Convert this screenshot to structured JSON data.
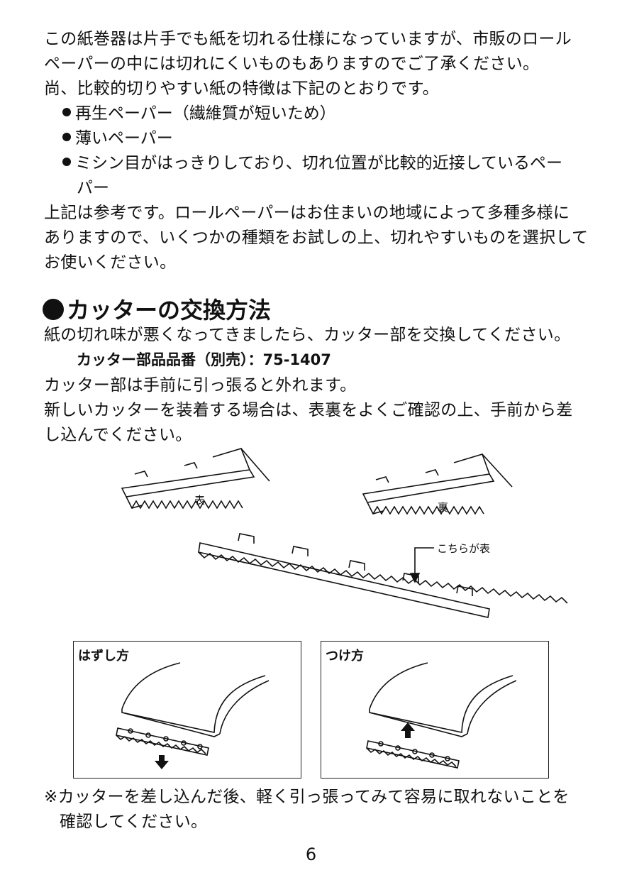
{
  "paragraph1": [
    "この紙巻器は片手でも紙を切れる仕様になっていますが、市販のロール",
    "ペーパーの中には切れにくいものもありますのでご了承ください。",
    "尚、比較的切りやすい紙の特徴は下記のとおりです。"
  ],
  "bullets": [
    "再生ペーパー（繊維質が短いため）",
    "薄いペーパー",
    "ミシン目がはっきりしており、切れ位置が比較的近接しているペー",
    "パー"
  ],
  "paragraph2": [
    "上記は参考です。ロールペーパーはお住まいの地域によって多種多様に",
    "ありますので、いくつかの種類をお試しの上、切れやすいものを選択して",
    "お使いください。"
  ],
  "section": {
    "title": "カッターの交換方法",
    "intro": "紙の切れ味が悪くなってきましたら、カッター部を交換してください。",
    "part_number": "カッター部品品番（別売）：75-1407",
    "lines": [
      "カッター部は手前に引っ張ると外れます。",
      "新しいカッターを装着する場合は、表裏をよくご確認の上、手前から差",
      "し込んでください。"
    ]
  },
  "figure": {
    "label_front": "表",
    "label_back": "裏",
    "label_this_side_front": "こちらが表"
  },
  "panels": {
    "remove_title": "はずし方",
    "attach_title": "つけ方"
  },
  "note": [
    "※カッターを差し込んだ後、軽く引っ張ってみて容易に取れないことを",
    "確認してください。"
  ],
  "page_number": "6"
}
